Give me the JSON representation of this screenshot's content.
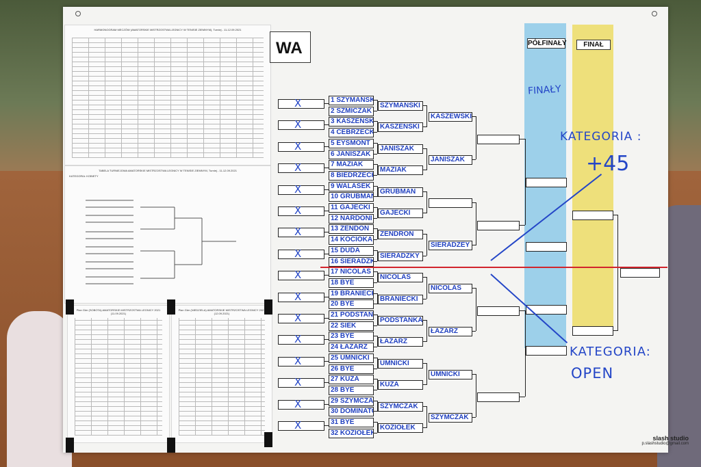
{
  "board": {
    "title_fragment": "WA",
    "semifinal_header": "PÓŁFINAŁY",
    "final_header": "FINAŁ",
    "annotation_finals": "FINAŁY",
    "category_45_line1": "KATEGORIA :",
    "category_45_line2": "+45",
    "category_open_line1": "KATEGORIA:",
    "category_open_line2": "OPEN",
    "logo_line1": "slash studio",
    "logo_line2": "p.slashstudio@gmail.com"
  },
  "sheets": {
    "schedule_title": "HARMONOGRAM MECZÓW (AMATORSKIE MISTRZOSTWA LEGNICY W TENISIE ZIEMNYM), Turniej - 11-12.09.2021",
    "women_title": "TABELA TURNIEJOWA AMATORSKIE MISTRZOSTWA LEGNICY W TENISIE ZIEMNYM, Turniej - 11-12.09.2021",
    "women_category": "KATEGORIA: KOBIETY",
    "plan_left_title": "Plan Gier (SOBOTA) AMATORSKIE MISTRZOSTWA LEGNICY 2021 (11.09.2021)",
    "plan_right_title": "Plan Gier (NIEDZIELA) AMATORSKIE MISTRZOSTWA LEGNICY 2021 (12.09.2021)"
  },
  "round1": [
    {
      "seed": "1",
      "name": "SZYMAŃSKI"
    },
    {
      "seed": "2",
      "name": "SZMICZAK"
    },
    {
      "seed": "3",
      "name": "KASZEŃSKI"
    },
    {
      "seed": "4",
      "name": "CEBRZECKI"
    },
    {
      "seed": "5",
      "name": "EYSMONT"
    },
    {
      "seed": "6",
      "name": "JANISZAK"
    },
    {
      "seed": "7",
      "name": "MAZIAK"
    },
    {
      "seed": "8",
      "name": "BIEDRZECKI"
    },
    {
      "seed": "9",
      "name": "WALASEK"
    },
    {
      "seed": "10",
      "name": "GRUBMAN"
    },
    {
      "seed": "11",
      "name": "GAJECKI"
    },
    {
      "seed": "12",
      "name": "NARDONI"
    },
    {
      "seed": "13",
      "name": "ZENDON"
    },
    {
      "seed": "14",
      "name": "KOCIOKA"
    },
    {
      "seed": "15",
      "name": "DUDA"
    },
    {
      "seed": "16",
      "name": "SIERADZKI"
    },
    {
      "seed": "17",
      "name": "NICOLAS"
    },
    {
      "seed": "18",
      "name": "BYE"
    },
    {
      "seed": "19",
      "name": "BRANIECKI"
    },
    {
      "seed": "20",
      "name": "BYE"
    },
    {
      "seed": "21",
      "name": "PODSTAŃKA"
    },
    {
      "seed": "22",
      "name": "SIEK"
    },
    {
      "seed": "23",
      "name": "BYE"
    },
    {
      "seed": "24",
      "name": "ŁAZARZ"
    },
    {
      "seed": "25",
      "name": "UMNICKI"
    },
    {
      "seed": "26",
      "name": "BYE"
    },
    {
      "seed": "27",
      "name": "KUZA"
    },
    {
      "seed": "28",
      "name": "BYE"
    },
    {
      "seed": "29",
      "name": "SZYMCZAK"
    },
    {
      "seed": "30",
      "name": "DOMINATOR"
    },
    {
      "seed": "31",
      "name": "BYE"
    },
    {
      "seed": "32",
      "name": "KOZIOŁEK"
    }
  ],
  "round2": [
    "SZYMAŃSKI",
    "KASZEŃSKI",
    "JANISZAK",
    "MAZIAK",
    "GRUBMAN",
    "GAJECKI",
    "ZENDRON",
    "SIERADZKY",
    "NICOLAS",
    "BRANIECKI",
    "PODSTAŃKA",
    "ŁAZARZ",
    "UMNICKI",
    "KUZA",
    "SZYMCZAK",
    "KOZIOŁEK"
  ],
  "round3": [
    "KASZEWSKI",
    "JANISZAK",
    "",
    "SIERADZEY",
    "NICOLAS",
    "ŁAZARZ",
    "UMNICKI",
    "SZYMCZAK"
  ],
  "crosses": [
    "X",
    "X",
    "X",
    "X",
    "X",
    "X",
    "X",
    "X",
    "X",
    "X",
    "X",
    "X",
    "X",
    "X",
    "X",
    "X"
  ],
  "colors": {
    "ink": "#2446c7",
    "red_line": "#d2242c",
    "semifinal_column": "#9dd0ea",
    "final_column": "#eee07b"
  }
}
